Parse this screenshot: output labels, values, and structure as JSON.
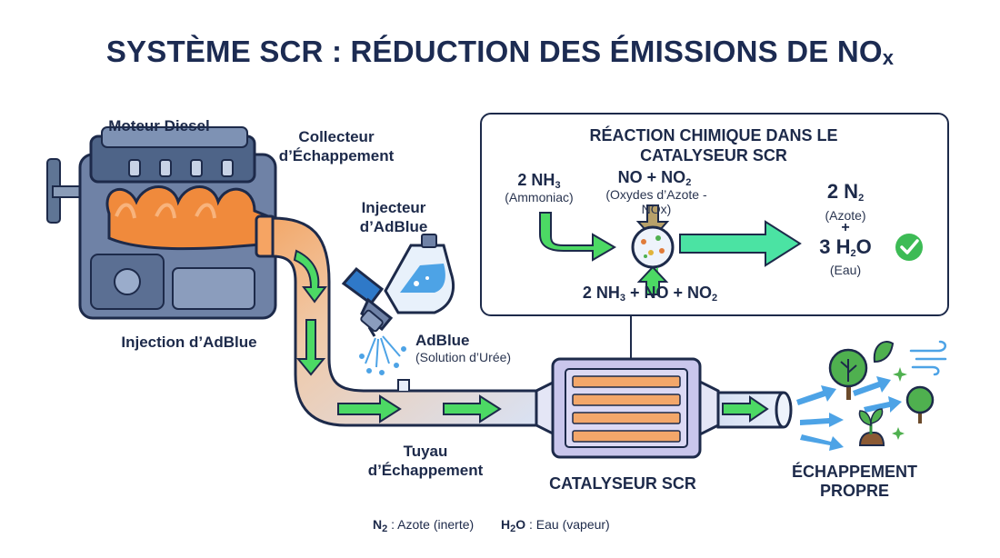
{
  "title": {
    "text": "SYSTÈME SCR : RÉDUCTION DES ÉMISSIONS DE NO",
    "sub": "x"
  },
  "labels": {
    "engine": "Moteur Diesel",
    "collector_line1": "Collecteur",
    "collector_line2": "d’Échappement",
    "injector_line1": "Injecteur",
    "injector_line2": "d’AdBlue",
    "injection": "Injection d’AdBlue",
    "adblue": "AdBlue",
    "adblue_sub": "(Solution d’Urée)",
    "pipe_line1": "Tuyau",
    "pipe_line2": "d’Échappement",
    "catalyst": "CATALYSEUR SCR",
    "clean_line1": "ÉCHAPPEMENT",
    "clean_line2": "PROPRE"
  },
  "reaction": {
    "title_line1": "RÉACTION CHIMIQUE DANS LE",
    "title_line2": "CATALYSEUR SCR",
    "nh3_main": "2 NH",
    "nh3_sub": "3",
    "nh3_desc": "(Ammoniac)",
    "nox_main": "NO + NO",
    "nox_sub": "2",
    "nox_desc": "(Oxydes d’Azote - NOx)",
    "n2_main": "2 N",
    "n2_sub": "2",
    "n2_desc": "(Azote)",
    "plus": "+",
    "h2o_main": "3 H",
    "h2o_sub": "2",
    "h2o_end": "O",
    "h2o_desc": "(Eau)",
    "eq_a": "2 NH",
    "eq_a_sub": "3",
    "eq_b": " + NO + NO",
    "eq_b_sub": "2"
  },
  "legend": {
    "n2_main": "N",
    "n2_sub": "2",
    "n2_text": " : Azote (inerte)",
    "h2o_main": "H",
    "h2o_sub": "2",
    "h2o_end": "O",
    "h2o_text": " : Eau (vapeur)"
  },
  "colors": {
    "navy": "#1d2a4a",
    "orange": "#f08a3c",
    "green_arrow": "#4cd964",
    "pipe_blue": "#dbe4f5",
    "catalyst_purple": "#c9c6ec",
    "check_green": "#3dbb55"
  }
}
